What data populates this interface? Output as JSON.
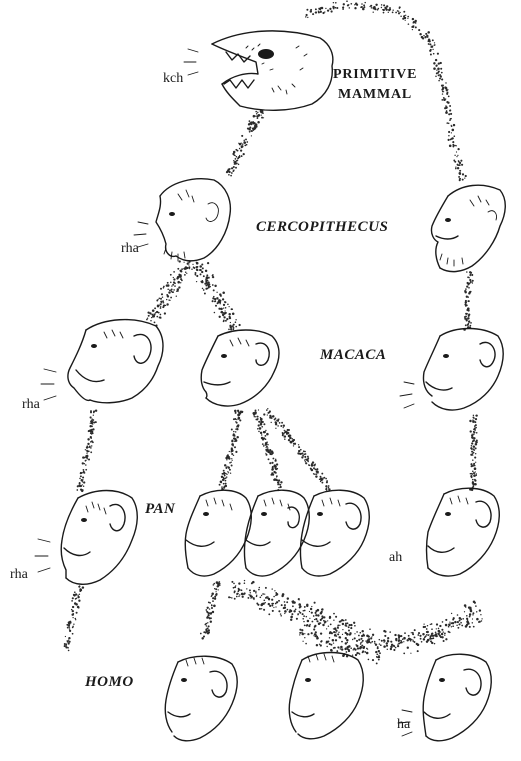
{
  "labels": {
    "primitive_mammal_line1": "PRIMITIVE",
    "primitive_mammal_line2": "MAMMAL",
    "cercopithecus": "CERCOPITHECUS",
    "macaca": "MACACA",
    "pan": "PAN",
    "homo": "HOMO"
  },
  "sounds": {
    "mammal": "kch",
    "cercopithecus": "rha",
    "macaca": "rha",
    "pan": "rha",
    "pan_right": "ah",
    "homo": "ha"
  },
  "colors": {
    "ink": "#1a1a1a",
    "background": "#ffffff"
  }
}
